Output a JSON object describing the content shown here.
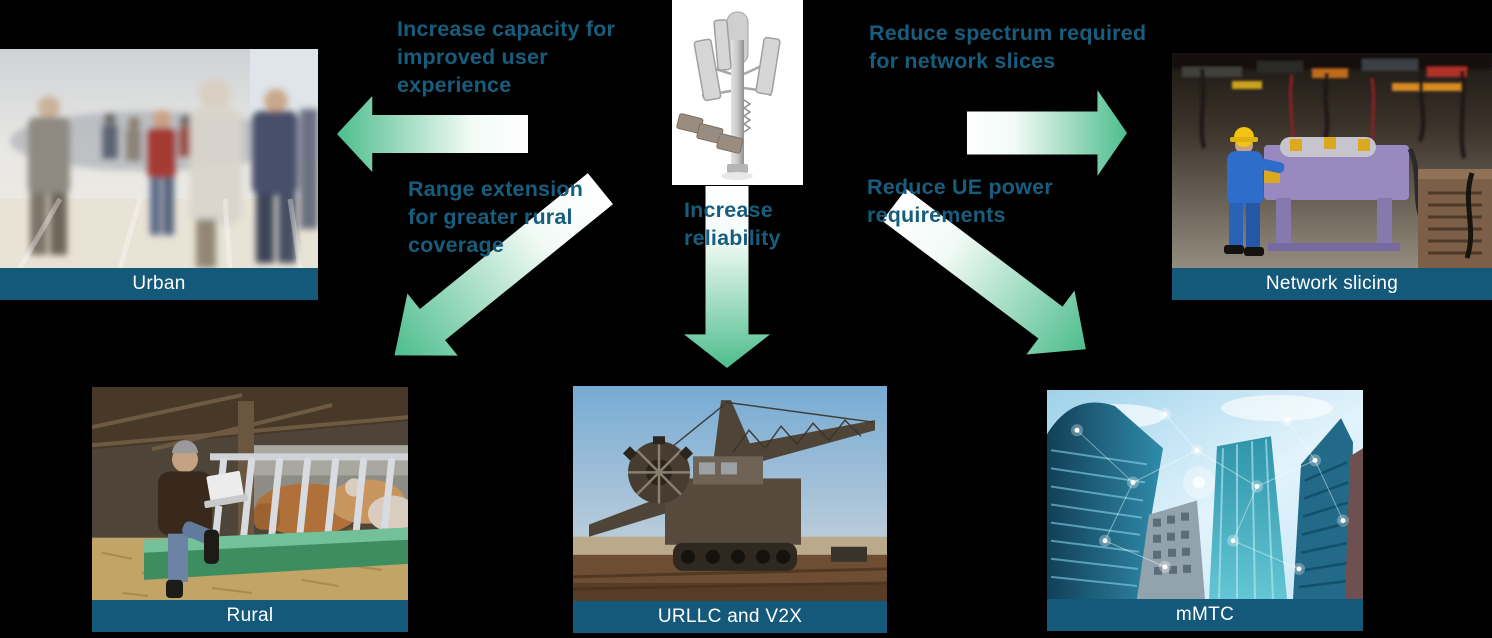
{
  "title": "5G base station benefits and use cases",
  "colors": {
    "background": "#000000",
    "label_text": "#175E7E",
    "caption_bar": "#14587A",
    "caption_text": "#FFFFFF",
    "arrow_gradient_start": "#FFFFFF",
    "arrow_gradient_end": "#4DBD8D"
  },
  "center_graphic": {
    "name": "5g-base-station-antenna-mast"
  },
  "benefit_labels": {
    "capacity": "Increase capacity for improved user experience",
    "spectrum": "Reduce spectrum required for network slices",
    "range": "Range extension for greater rural coverage",
    "reliability": "Increase reliability",
    "power": "Reduce UE power requirements"
  },
  "use_cases": {
    "urban": {
      "caption": "Urban",
      "photo": "blurred-crowd-walking-in-bright-hall"
    },
    "network_slicing": {
      "caption": "Network slicing",
      "photo": "factory-worker-on-assembly-line"
    },
    "rural": {
      "caption": "Rural",
      "photo": "farmer-with-laptop-in-cattle-barn"
    },
    "urllc_v2x": {
      "caption": "URLLC and V2X",
      "photo": "bucket-wheel-excavator-in-mine"
    },
    "mmtc": {
      "caption": "mMTC",
      "photo": "skyscrapers-low-angle-with-iot-nodes"
    }
  },
  "arrows": [
    {
      "direction": "left",
      "points_to": "urban",
      "benefit": "capacity"
    },
    {
      "direction": "right",
      "points_to": "network_slicing",
      "benefit": "spectrum"
    },
    {
      "direction": "down-left",
      "points_to": "rural",
      "benefit": "range"
    },
    {
      "direction": "down",
      "points_to": "urllc_v2x",
      "benefit": "reliability"
    },
    {
      "direction": "down-right",
      "points_to": "mmtc",
      "benefit": "power"
    }
  ]
}
